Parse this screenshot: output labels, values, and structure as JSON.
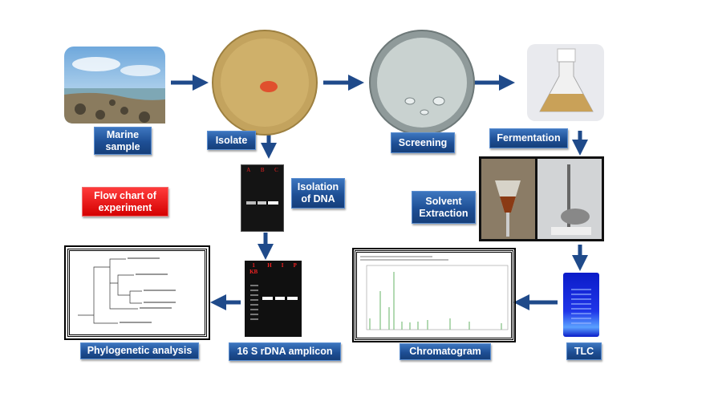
{
  "title": "Flow chart of experiment",
  "steps": {
    "marine": "Marine sample",
    "isolate": "Isolate",
    "screening": "Screening",
    "fermentation": "Fermentation",
    "dna": "Isolation of DNA",
    "solvent": "Solvent Extraction",
    "tlc": "TLC",
    "chromatogram": "Chromatogram",
    "amplicon": "16 S rDNA  amplicon",
    "phylo": "Phylogenetic analysis"
  },
  "gel1_lanes": [
    "A",
    "B",
    "C"
  ],
  "gel2_lanes": [
    "1 KB",
    "H",
    "I",
    "P"
  ],
  "colors": {
    "arrow": "#1f4a8a",
    "label": "#1e4f95",
    "title": "#d40000"
  }
}
